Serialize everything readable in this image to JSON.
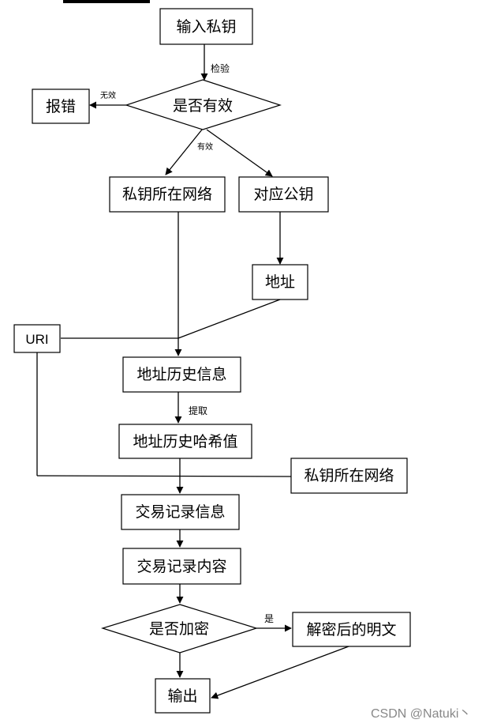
{
  "nodes": {
    "input_key": "输入私钥",
    "is_valid": "是否有效",
    "error": "报错",
    "network_left": "私钥所在网络",
    "public_key": "对应公钥",
    "address": "地址",
    "uri": "URI",
    "addr_history": "地址历史信息",
    "addr_hash": "地址历史哈希值",
    "network_right": "私钥所在网络",
    "tx_info": "交易记录信息",
    "tx_content": "交易记录内容",
    "is_encrypted": "是否加密",
    "decrypted": "解密后的明文",
    "output": "输出"
  },
  "edge_labels": {
    "check": "检验",
    "invalid": "无效",
    "valid": "有效",
    "extract": "提取",
    "yes": "是"
  },
  "watermark": "CSDN @Natuki丶"
}
